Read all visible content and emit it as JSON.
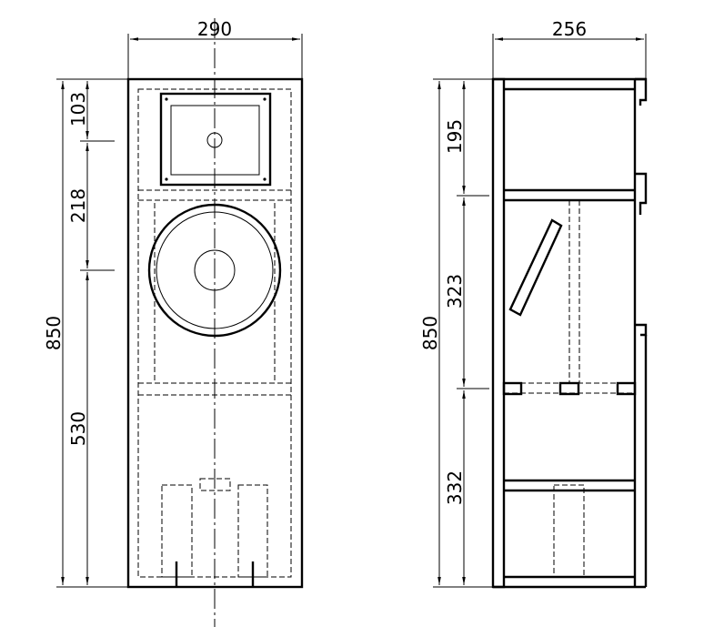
{
  "front_view": {
    "width_label": "290",
    "height_label": "850",
    "segment_labels": [
      "103",
      "218",
      "530"
    ]
  },
  "side_view": {
    "depth_label": "256",
    "height_label": "850",
    "segment_labels": [
      "195",
      "323",
      "332"
    ]
  }
}
